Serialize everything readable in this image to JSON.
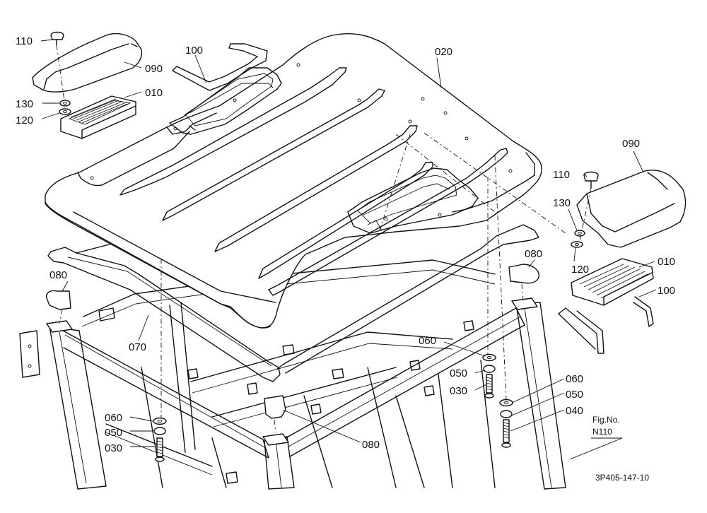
{
  "labels": {
    "p110_left": "110",
    "p090_left": "090",
    "p100_top": "100",
    "p020": "020",
    "p130_left": "130",
    "p010_left": "010",
    "p120_left": "120",
    "p090_right": "090",
    "p110_right": "110",
    "p130_right": "130",
    "p120_right": "120",
    "p080_left": "080",
    "p080_right": "080",
    "p010_right": "010",
    "p100_right": "100",
    "p070": "070",
    "p060_mid": "060",
    "p050_mid": "050",
    "p030_mid": "030",
    "p060_right": "060",
    "p050_right": "050",
    "p040": "040",
    "p060_left": "060",
    "p050_left": "050",
    "p030_left": "030",
    "p080_bottom": "080"
  },
  "fig_ref": {
    "title": "Fig.No.",
    "number": "N110"
  },
  "drawing_code": "3P405-147-10"
}
